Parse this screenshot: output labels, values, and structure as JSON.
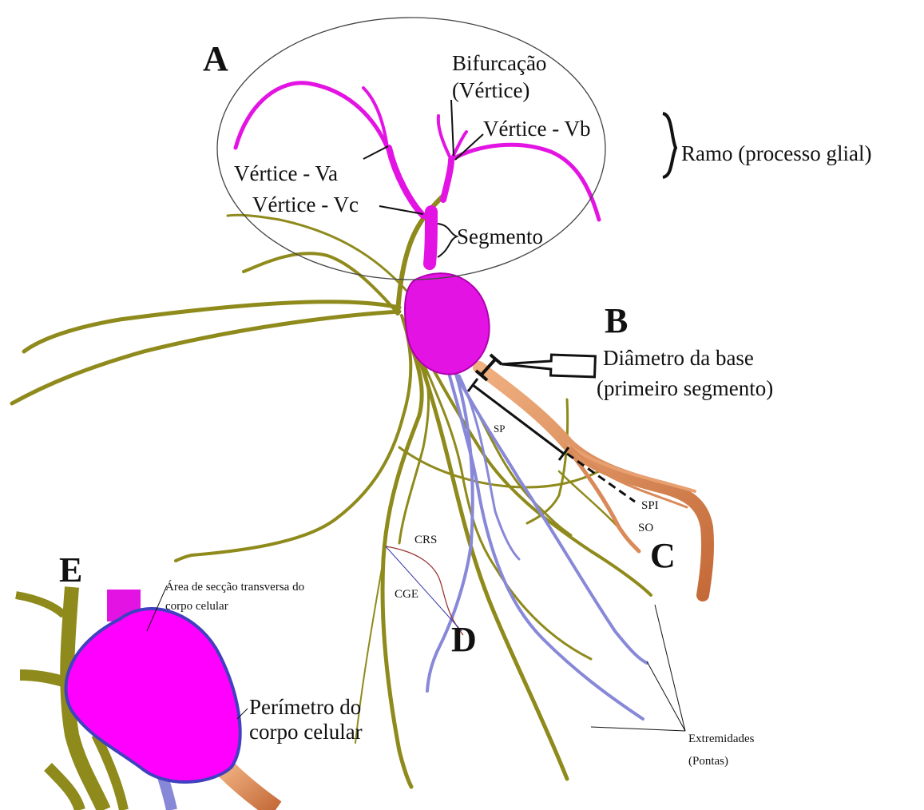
{
  "colors": {
    "magenta": "#e314e3",
    "olive": "#8f8a1c",
    "blue": "#8888d8",
    "orange": "#d98a58"
  },
  "panels": {
    "A": "A",
    "B": "B",
    "C": "C",
    "D": "D",
    "E": "E"
  },
  "labels": {
    "bifurcacao_line1": "Bifurcação",
    "bifurcacao_line2": "(Vértice)",
    "vertice_vb": "Vértice - Vb",
    "vertice_va": "Vértice - Va",
    "vertice_vc": "Vértice - Vc",
    "ramo": "Ramo (processo glial)",
    "segmento": "Segmento",
    "diametro_line1": "Diâmetro da base",
    "diametro_line2": "(primeiro segmento)",
    "sp": "SP",
    "spi": "SPI",
    "so": "SO",
    "crs": "CRS",
    "cge": "CGE",
    "area_line1": "Área de secção transversa do",
    "area_line2": "corpo celular",
    "perimetro_line1": "Perímetro do",
    "perimetro_line2": "corpo celular",
    "extremidades_line1": "Extremidades",
    "extremidades_line2": "(Pontas)"
  }
}
